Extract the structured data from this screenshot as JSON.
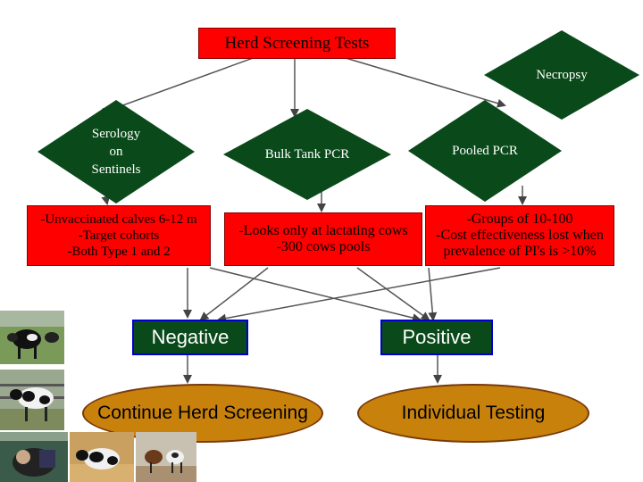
{
  "title": "Herd Screening Tests",
  "diamonds": {
    "serology": "Serology\non\nSentinels",
    "bulk_tank": "Bulk Tank PCR",
    "pooled": "Pooled PCR",
    "necropsy": "Necropsy"
  },
  "descriptions": {
    "serology": "-Unvaccinated calves 6-12 m\n-Target cohorts\n-Both Type 1 and 2",
    "bulk_tank": "-Looks only at lactating cows\n-300 cows pools",
    "pooled": "-Groups of 10-100\n-Cost effectiveness lost when\nprevalence of PI's is >10%"
  },
  "results": {
    "negative": "Negative",
    "positive": "Positive"
  },
  "outcomes": {
    "continue": "Continue Herd Screening",
    "individual": "Individual Testing"
  },
  "colors": {
    "title_fill": "#ff0000",
    "diamond_fill": "#0a4a1a",
    "result_fill": "#0a4a1a",
    "oval_fill": "#c8820c"
  }
}
